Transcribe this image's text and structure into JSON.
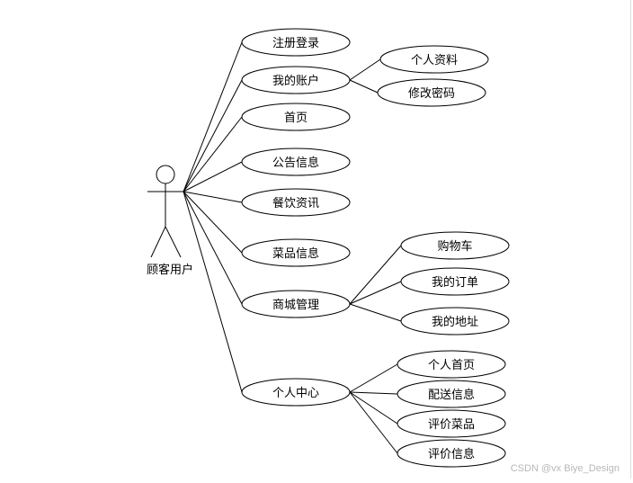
{
  "actor": {
    "label": "顾客用户"
  },
  "use_cases": [
    {
      "id": "register",
      "label": "注册登录"
    },
    {
      "id": "account",
      "label": "我的账户"
    },
    {
      "id": "profile",
      "label": "个人资料"
    },
    {
      "id": "password",
      "label": "修改密码"
    },
    {
      "id": "home",
      "label": "首页"
    },
    {
      "id": "notice",
      "label": "公告信息"
    },
    {
      "id": "news",
      "label": "餐饮资讯"
    },
    {
      "id": "dish",
      "label": "菜品信息"
    },
    {
      "id": "mall",
      "label": "商城管理"
    },
    {
      "id": "cart",
      "label": "购物车"
    },
    {
      "id": "orders",
      "label": "我的订单"
    },
    {
      "id": "address",
      "label": "我的地址"
    },
    {
      "id": "center",
      "label": "个人中心"
    },
    {
      "id": "homepage",
      "label": "个人首页"
    },
    {
      "id": "delivery",
      "label": "配送信息"
    },
    {
      "id": "review_dish",
      "label": "评价菜品"
    },
    {
      "id": "review_info",
      "label": "评价信息"
    }
  ],
  "watermark": "CSDN @vx Biye_Design"
}
